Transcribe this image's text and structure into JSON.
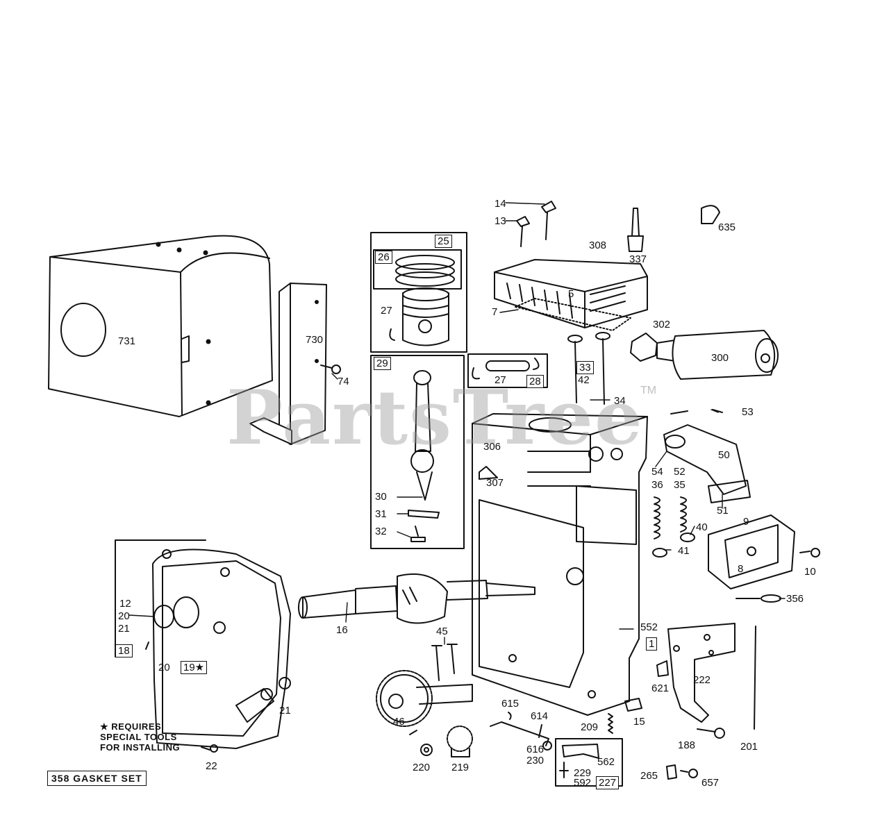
{
  "watermark": "PartsTree",
  "trademark": "TM",
  "note": {
    "line1": "★ REQUIRES",
    "line2": "SPECIAL TOOLS",
    "line3": "FOR INSTALLING"
  },
  "gasket_set": "358 GASKET SET",
  "labels": {
    "p731": "731",
    "p730": "730",
    "p74": "74",
    "p25": "25",
    "p26": "26",
    "p27a": "27",
    "p29": "29",
    "p27b": "27",
    "p28": "28",
    "p30": "30",
    "p31": "31",
    "p32": "32",
    "p14": "14",
    "p13": "13",
    "p308": "308",
    "p337": "337",
    "p635": "635",
    "p5": "5",
    "p7": "7",
    "p302": "302",
    "p300": "300",
    "p33": "33",
    "p42": "42",
    "p34": "34",
    "p53": "53",
    "p306": "306",
    "p307": "307",
    "p50": "50",
    "p54": "54",
    "p52": "52",
    "p36": "36",
    "p35": "35",
    "p51": "51",
    "p40": "40",
    "p41": "41",
    "p9": "9",
    "p8": "8",
    "p10": "10",
    "p356": "356",
    "p12": "12",
    "p20a": "20",
    "p21a": "21",
    "p18": "18",
    "p20b": "20",
    "p19": "19★",
    "p21b": "21",
    "p16": "16",
    "p552": "552",
    "p1": "1",
    "p45": "45",
    "p46": "46",
    "p615": "615",
    "p614": "614",
    "p616": "616",
    "p230": "230",
    "p220": "220",
    "p219": "219",
    "p209": "209",
    "p15": "15",
    "p562": "562",
    "p229": "229",
    "p592": "592",
    "p227": "227",
    "p265": "265",
    "p657": "657",
    "p222": "222",
    "p621": "621",
    "p188": "188",
    "p201": "201",
    "p22": "22"
  }
}
